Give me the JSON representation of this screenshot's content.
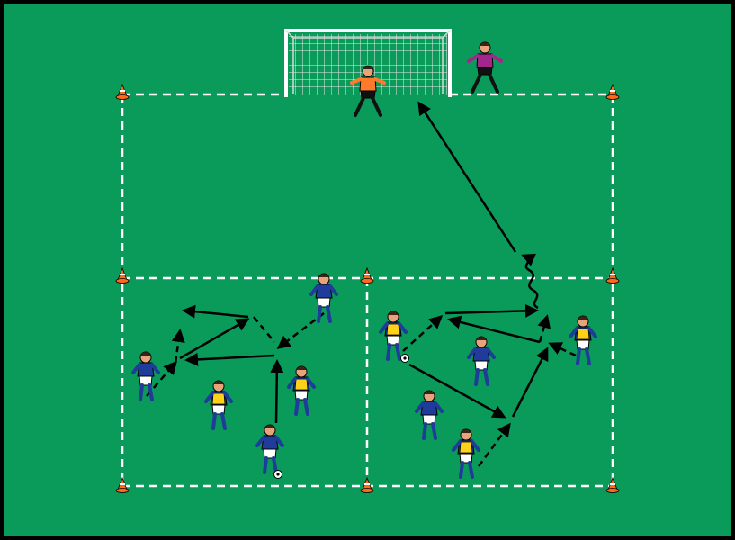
{
  "colors": {
    "border": "#000000",
    "grass": "#0a9a5a",
    "lines": "#ffffff",
    "cone": "#ff6a1a",
    "shirt_blue": "#1f3c9a",
    "bib_yellow": "#ffd21a",
    "goalkeeper_orange": "#ff7a2a",
    "goalkeeper_purple": "#a3268c",
    "arrow": "#000000"
  },
  "legend": {
    "pass": "dashed-black-arrow",
    "run": "solid-black-arrow",
    "dribble": "wavy-black-line"
  },
  "icons": [
    "goal-icon",
    "cone-icon",
    "player-icon",
    "ball-icon"
  ]
}
